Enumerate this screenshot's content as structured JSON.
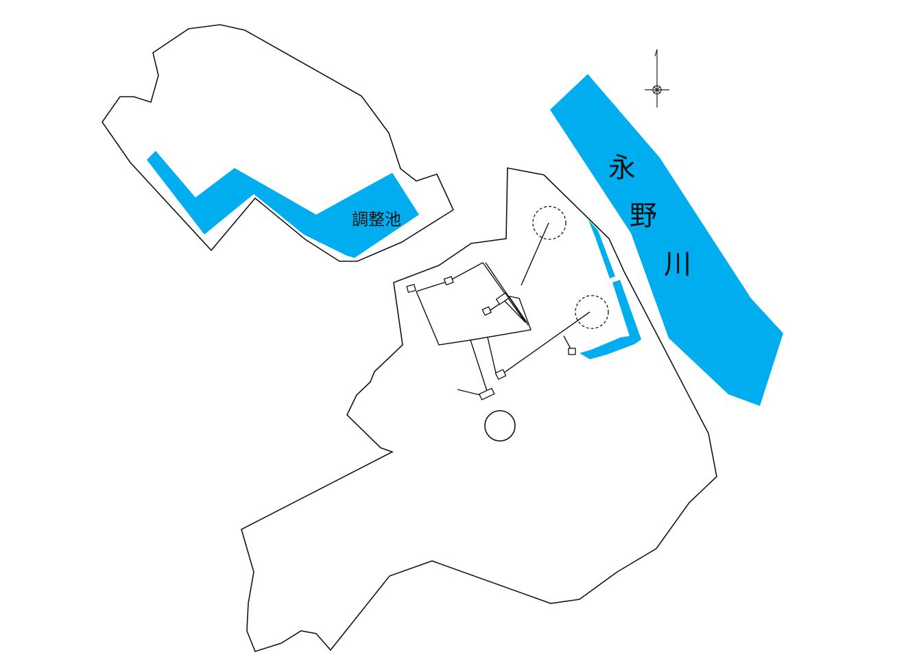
{
  "labels": {
    "pond": "調整池",
    "river": [
      "永",
      "野",
      "川"
    ]
  },
  "colors": {
    "water": "#00AEEF",
    "outline": "#111111",
    "background": "#ffffff"
  },
  "icons": {
    "compass": "north-arrow-icon"
  }
}
